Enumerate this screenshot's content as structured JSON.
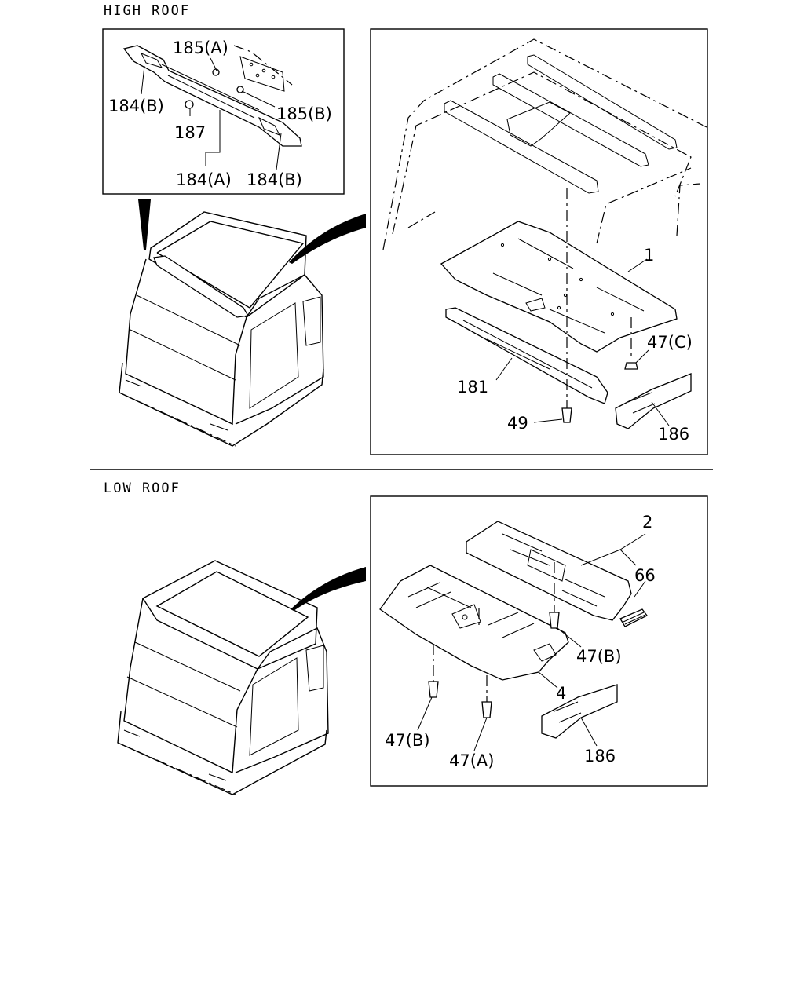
{
  "sections": {
    "high_roof": "HIGH ROOF",
    "low_roof": "LOW ROOF"
  },
  "callouts": {
    "c_185a": "185(A)",
    "c_184b_left": "184(B)",
    "c_185b": "185(B)",
    "c_187": "187",
    "c_184a": "184(A)",
    "c_184b_right": "184(B)",
    "c_1": "1",
    "c_47c": "47(C)",
    "c_181": "181",
    "c_49": "49",
    "c_186_top": "186",
    "c_2": "2",
    "c_66": "66",
    "c_47b_right": "47(B)",
    "c_4": "4",
    "c_47b_left": "47(B)",
    "c_47a": "47(A)",
    "c_186_bottom": "186"
  }
}
